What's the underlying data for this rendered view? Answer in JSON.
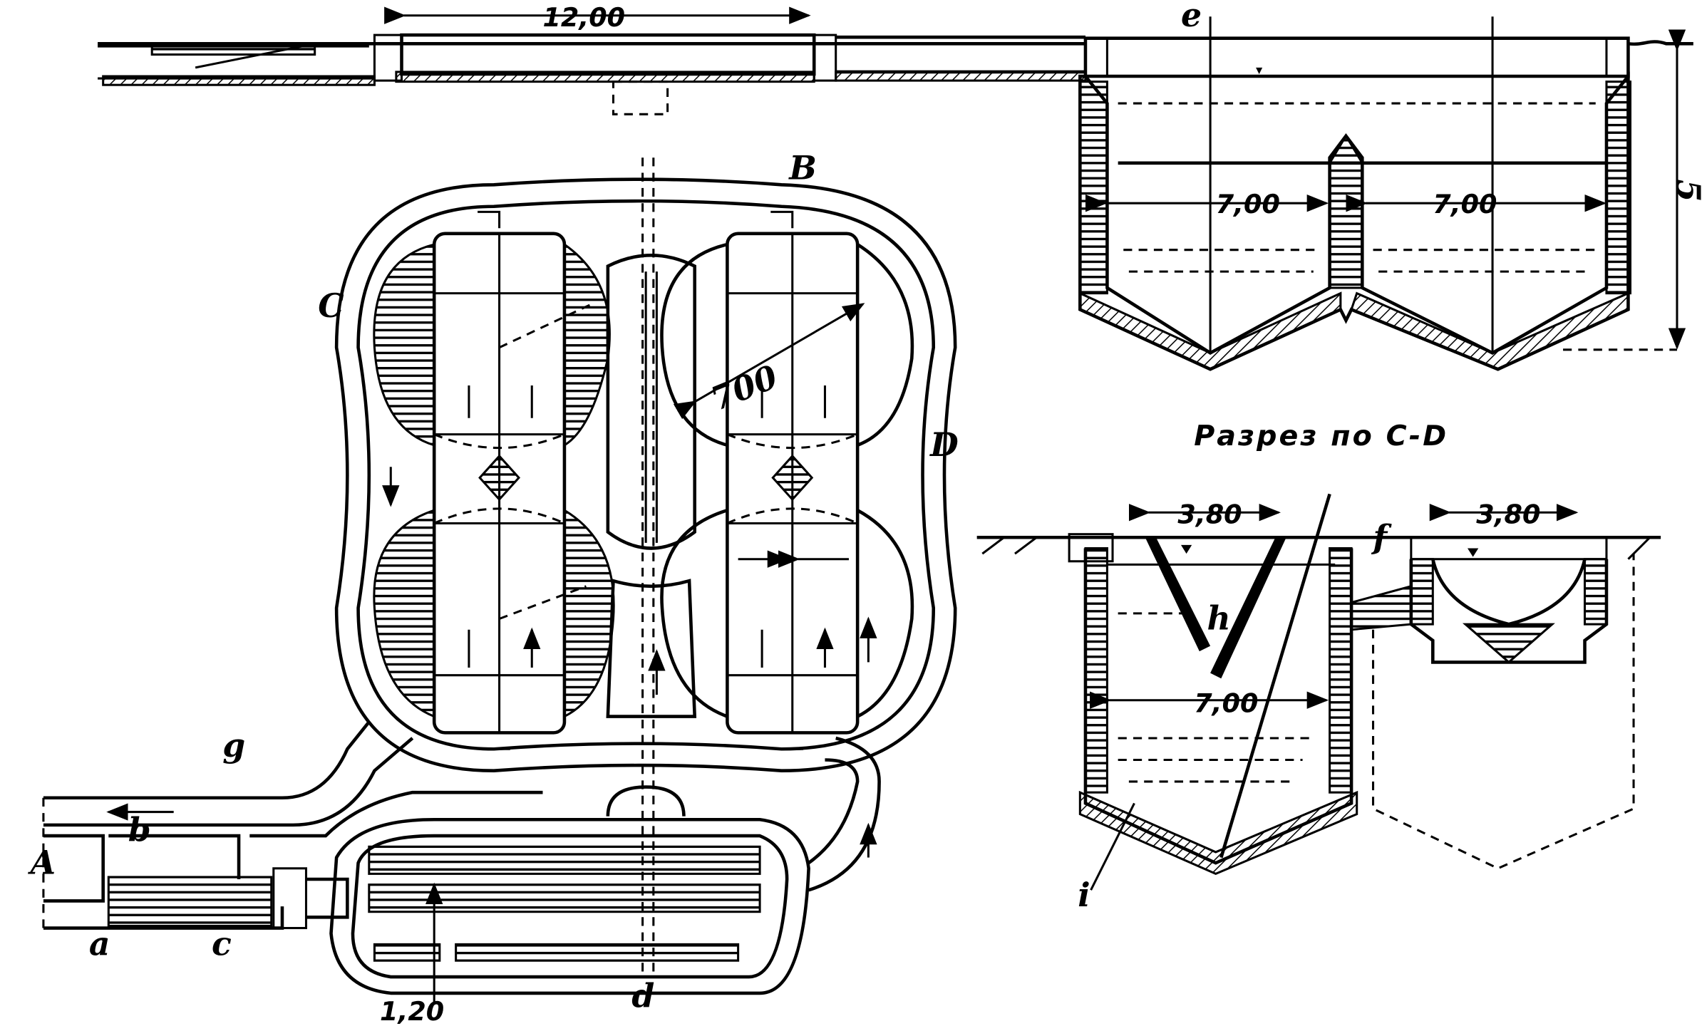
{
  "top_section": {
    "dim_channel": "12,00",
    "label_e": "e",
    "dim_left_tank": "7,00",
    "dim_right_tank": "7,00",
    "dim_depth": "5"
  },
  "plan": {
    "label_B": "B",
    "label_C": "C",
    "label_D": "D",
    "dim_radius": "700",
    "label_g": "g",
    "label_A": "A",
    "label_b": "b",
    "label_a": "a",
    "label_c": "c",
    "label_d": "d",
    "dim_width": "1,20"
  },
  "section_cd": {
    "caption": "Разрез по C-D",
    "dim_left": "3,80",
    "dim_right": "3,80",
    "dim_tank": "7,00",
    "label_f": "f",
    "label_h": "h",
    "label_i": "i"
  }
}
